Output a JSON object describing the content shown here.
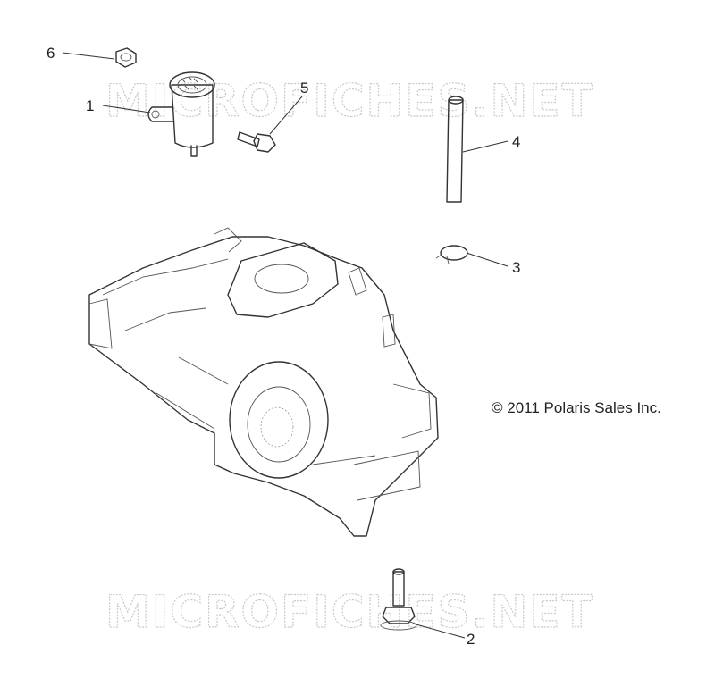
{
  "watermark_text": "MICROFICHES.NET",
  "copyright": "© 2011 Polaris Sales Inc.",
  "callouts": [
    {
      "label": "1"
    },
    {
      "label": "2"
    },
    {
      "label": "3"
    },
    {
      "label": "4"
    },
    {
      "label": "5"
    },
    {
      "label": "6"
    }
  ]
}
